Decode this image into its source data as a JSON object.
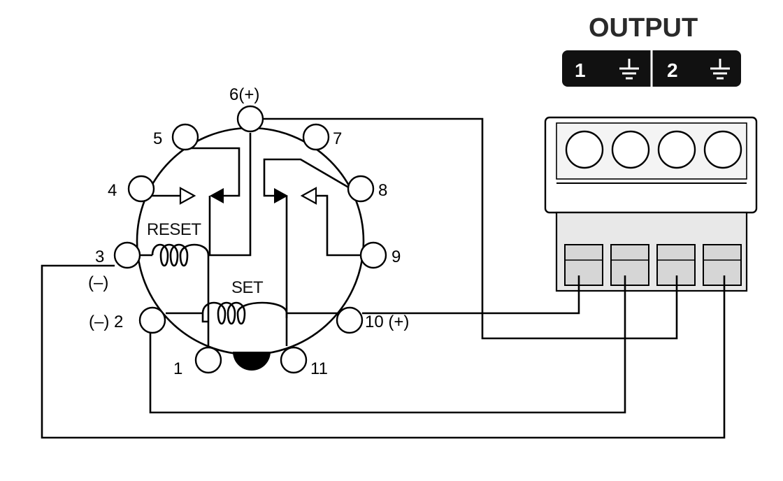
{
  "diagram": {
    "output_title": "OUTPUT",
    "output_pins": {
      "pin1": "1",
      "pin2": "2"
    },
    "coil_reset": "RESET",
    "coil_set": "SET",
    "pins": {
      "p1": "1",
      "p2": "(–) 2",
      "p3": "3",
      "p3_polarity": "(–)",
      "p4": "4",
      "p5": "5",
      "p6": "6(+)",
      "p7": "7",
      "p8": "8",
      "p9": "9",
      "p10": "10 (+)",
      "p11": "11"
    }
  }
}
